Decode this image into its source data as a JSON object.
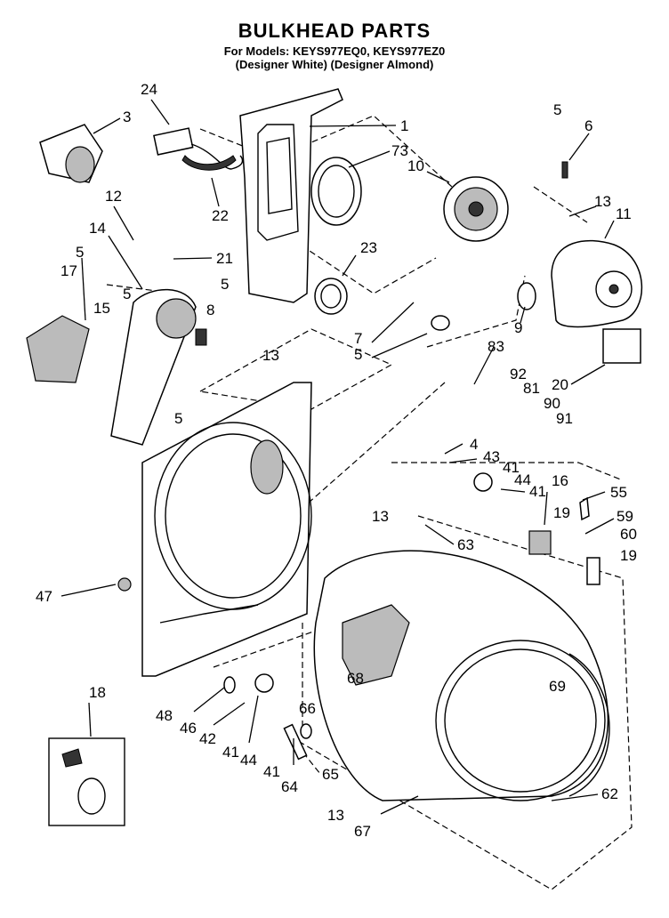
{
  "header": {
    "title": "BULKHEAD PARTS",
    "models": "For Models: KEYS977EQ0, KEYS977EZ0",
    "variants": "(Designer White) (Designer Almond)"
  },
  "callouts": [
    "1",
    "73",
    "3",
    "24",
    "22",
    "12",
    "21",
    "14",
    "17",
    "5",
    "5",
    "15",
    "5",
    "5",
    "8",
    "23",
    "13",
    "10",
    "6",
    "13",
    "11",
    "5",
    "7",
    "83",
    "9",
    "92",
    "81",
    "90",
    "91",
    "20",
    "5",
    "4",
    "43",
    "41",
    "44",
    "41",
    "16",
    "55",
    "19",
    "59",
    "60",
    "19",
    "13",
    "63",
    "47",
    "68",
    "66",
    "69",
    "18",
    "48",
    "46",
    "42",
    "41",
    "44",
    "41",
    "64",
    "65",
    "13",
    "67",
    "62"
  ]
}
